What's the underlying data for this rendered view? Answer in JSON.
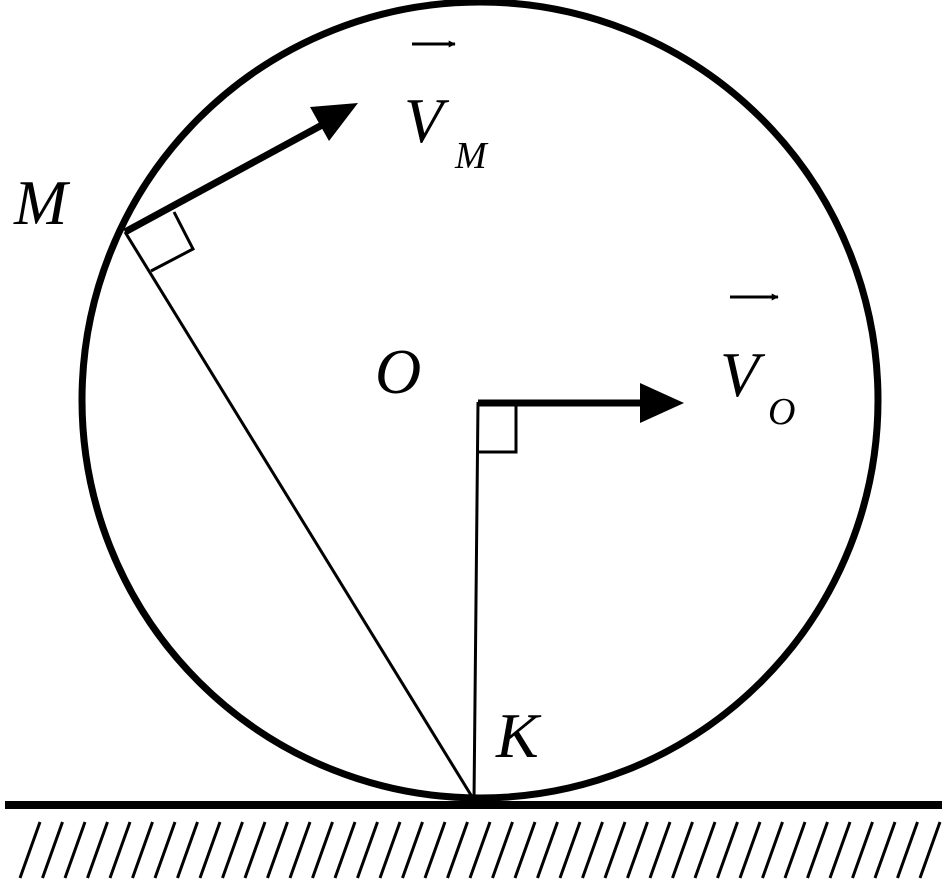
{
  "labels": {
    "point_m": "M",
    "point_o": "O",
    "point_k": "K",
    "velocity_m_letter": "V",
    "velocity_m_subscript": "M",
    "velocity_o_letter": "V",
    "velocity_o_subscript": "O"
  },
  "colors": {
    "ink": "#000000",
    "background": "#ffffff"
  }
}
